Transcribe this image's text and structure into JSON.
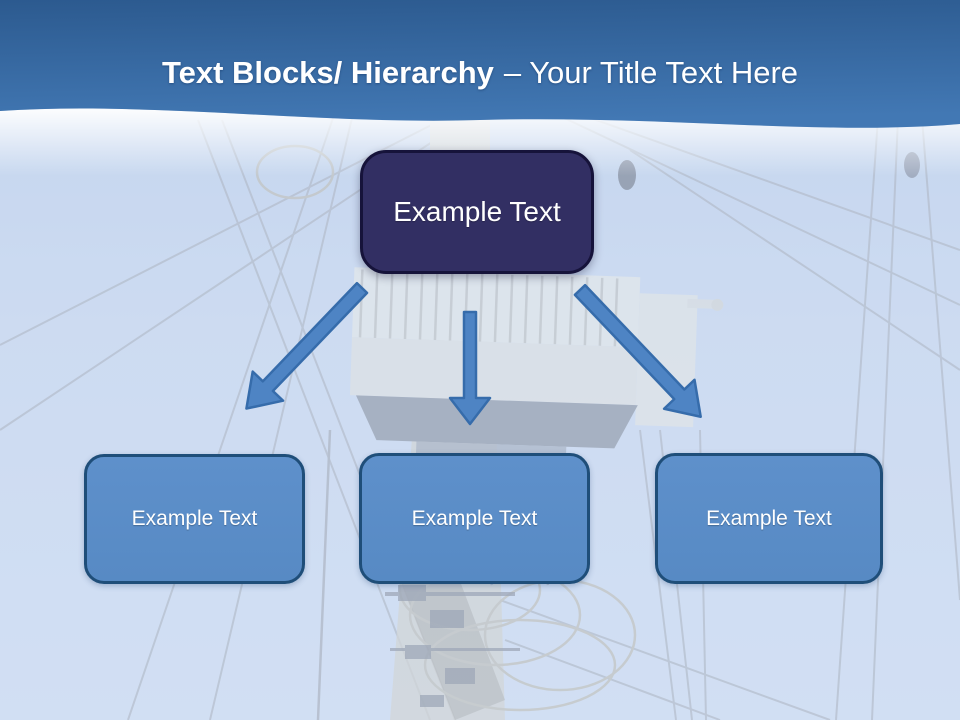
{
  "title": {
    "emphasis": "Text Blocks/ Hierarchy",
    "rest": "– Your Title Text Here"
  },
  "diagram": {
    "root": {
      "label": "Example Text"
    },
    "children": [
      {
        "label": "Example Text"
      },
      {
        "label": "Example Text"
      },
      {
        "label": "Example Text"
      }
    ],
    "connectors": [
      {
        "icon": "arrow-down-left-icon"
      },
      {
        "icon": "arrow-down-icon"
      },
      {
        "icon": "arrow-down-right-icon"
      }
    ]
  },
  "colors": {
    "header_gradient_top": "#2c5a8f",
    "header_gradient_bottom": "#4278b4",
    "title_text": "#ffffff",
    "root_box_fill": "#322f63",
    "root_box_border": "#16133a",
    "child_box_fill": "#5b8dc7",
    "child_box_border": "#1f4e79",
    "arrow_fill": "#4e84c4",
    "arrow_stroke": "#366cab",
    "sky_background": "#c3d5ee"
  }
}
